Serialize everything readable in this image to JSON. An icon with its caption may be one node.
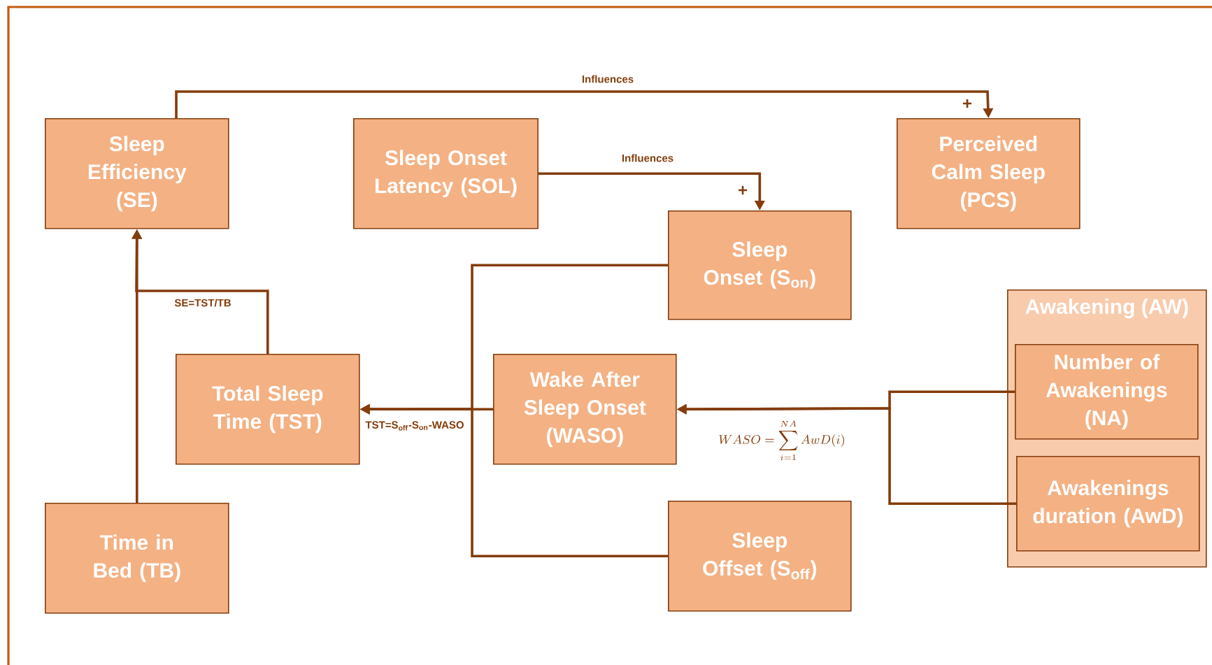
{
  "diagram": {
    "nodes": [
      {
        "text": [
          "Sleep Efficiency (SE)"
        ]
      },
      {
        "text": [
          "Sleep Onset Latency (SOL)"
        ]
      },
      {
        "text": [
          "Perceived Calm Sleep (PCS)"
        ]
      },
      {
        "text": [
          "Sleep Onset (S$_{on}$)"
        ]
      },
      {
        "text": [
          "Awakening (AW)"
        ]
      },
      {
        "text": [
          "Number of Awakenings (NA)"
        ],
        "in": 4
      },
      {
        "text": [
          "Awakenings duration (AwD)"
        ],
        "in": 4
      },
      {
        "text": [
          "Total Sleep Time (TST)"
        ]
      },
      {
        "text": [
          "Wake After Sleep Onset (WASO)"
        ]
      },
      {
        "text": [
          "Time in Bed (TB)"
        ]
      },
      {
        "text": [
          "Sleep Offset (S$_{off}$)"
        ]
      }
    ],
    "edges": [
      {
        "from": 0,
        "to": 2,
        "arrow": "to",
        "label": "Influences"
      },
      {
        "from": 1,
        "to": 3,
        "arrow": "to",
        "label": "Influences"
      },
      {
        "from": 7,
        "to": 0,
        "arrow": "to",
        "label": "SE=TST/TB"
      },
      {
        "from": 9,
        "to": 0,
        "arrow": "to"
      },
      {
        "from": 3,
        "to": 7,
        "arrow": "to"
      },
      {
        "from": 10,
        "to": 7,
        "arrow": "to"
      },
      {
        "from": 8,
        "to": 7,
        "arrow": "to",
        "label": "TST=S$_{off}$-S$_{on}$-WASO"
      },
      {
        "from": 5,
        "to": 8,
        "arrow": "to"
      },
      {
        "from": 6,
        "to": 8,
        "arrow": "to"
      }
    ],
    "labels": [
      "+",
      "+",
      "WASO=\\sum_{i=1}^{NA} AwD(i)"
    ]
  }
}
